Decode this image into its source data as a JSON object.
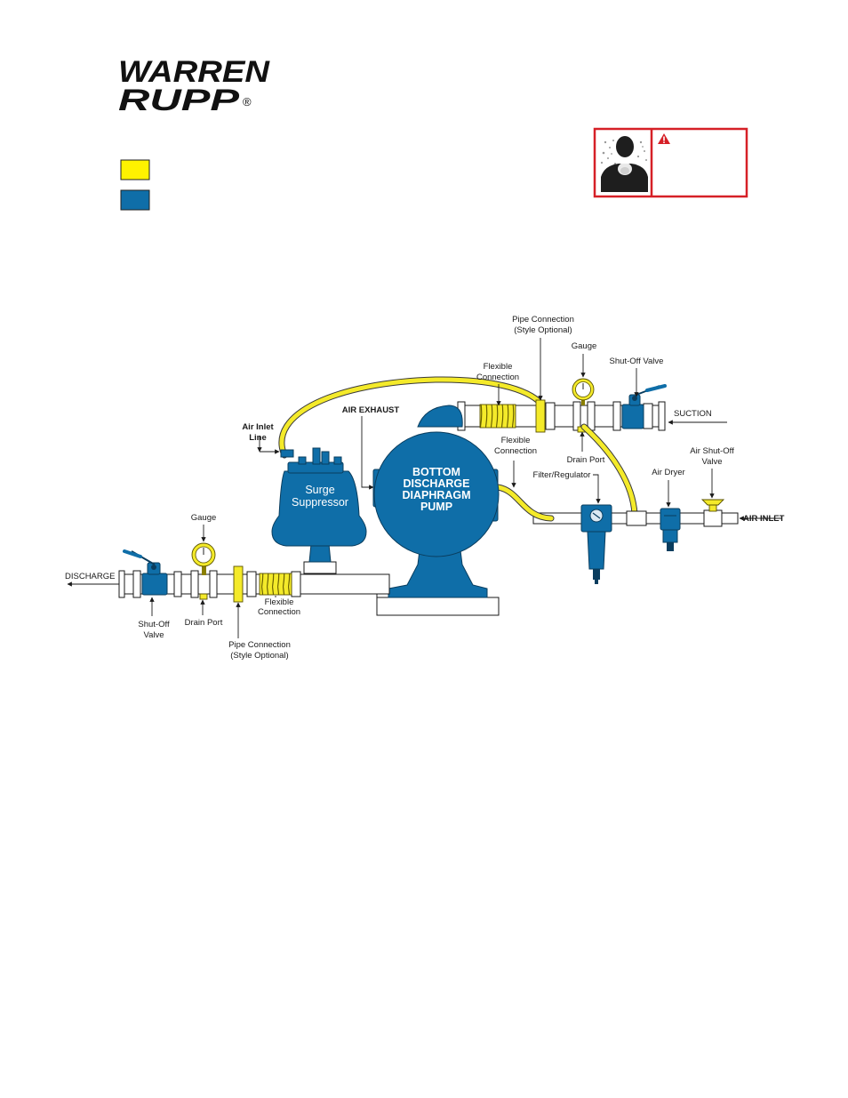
{
  "logo": {
    "line1": "WARREN",
    "line2": "RUPP",
    "mark": "®"
  },
  "legend": [
    {
      "color": "#FFF200",
      "name": "yellow-swatch"
    },
    {
      "color": "#0F6EA8",
      "name": "blue-swatch"
    }
  ],
  "warning": {
    "icon": "hazard-alert-icon",
    "pictogram": "inhalation-hazard-icon",
    "border_color": "#D62027"
  },
  "colors": {
    "pump_blue": "#0F6EA8",
    "accessory_yellow": "#F4EA2A"
  },
  "labels": {
    "pipe_connection_top": [
      "Pipe Connection",
      "(Style Optional)"
    ],
    "gauge_top": "Gauge",
    "shutoff_valve_top": "Shut-Off Valve",
    "flexible_connection_top": [
      "Flexible",
      "Connection"
    ],
    "suction": "SUCTION",
    "air_inlet_line": [
      "Air Inlet",
      "Line"
    ],
    "air_exhaust": "AIR EXHAUST",
    "flexible_connection_mid": [
      "Flexible",
      "Connection"
    ],
    "drain_port_top": "Drain Port",
    "filter_regulator": "Filter/Regulator",
    "air_dryer": "Air Dryer",
    "air_shutoff_valve": [
      "Air Shut-Off",
      "Valve"
    ],
    "air_inlet": "AIR INLET",
    "pump": [
      "BOTTOM",
      "DISCHARGE",
      "DIAPHRAGM",
      "PUMP"
    ],
    "surge_suppressor": [
      "Surge",
      "Suppressor"
    ],
    "gauge_bottom": "Gauge",
    "discharge": "DISCHARGE",
    "shutoff_valve_bottom": [
      "Shut-Off",
      "Valve"
    ],
    "drain_port_bottom": "Drain Port",
    "flexible_connection_bottom": [
      "Flexible",
      "Connection"
    ],
    "pipe_connection_bottom": [
      "Pipe Connection",
      "(Style Optional)"
    ]
  }
}
